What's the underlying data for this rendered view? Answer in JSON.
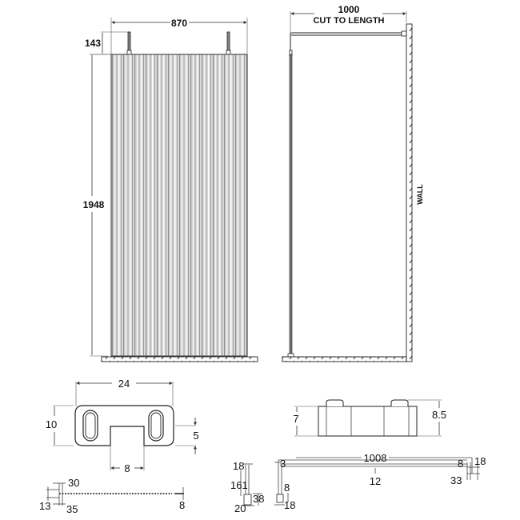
{
  "front_view": {
    "width_label": "870",
    "bracket_height_label": "143",
    "panel_height_label": "1948"
  },
  "side_view": {
    "arm_length_label": "1000",
    "arm_note": "CUT TO LENGTH",
    "wall_label": "WALL"
  },
  "bracket_front": {
    "width_label": "24",
    "height_label": "10",
    "slot_height_label": "5",
    "notch_width_label": "8"
  },
  "bracket_side": {
    "height_label": "7",
    "overall_height_label": "8.5"
  },
  "channel_detail": {
    "label_30": "30",
    "label_13": "13",
    "label_35": "35",
    "label_8": "8"
  },
  "arm_detail": {
    "label_18_top": "18",
    "label_161": "161",
    "label_38": "38",
    "label_20": "20",
    "label_3": "3",
    "label_8_left": "8",
    "label_18_bottom": "18",
    "label_1008": "1008",
    "label_12": "12",
    "label_8_right": "8",
    "label_18_right": "18",
    "label_33": "33"
  },
  "colors": {
    "line": "#222222",
    "panel_fill": "#d8d8d8",
    "flute_dark": "#9a9a9a",
    "flute_light": "#f2f2f2"
  }
}
